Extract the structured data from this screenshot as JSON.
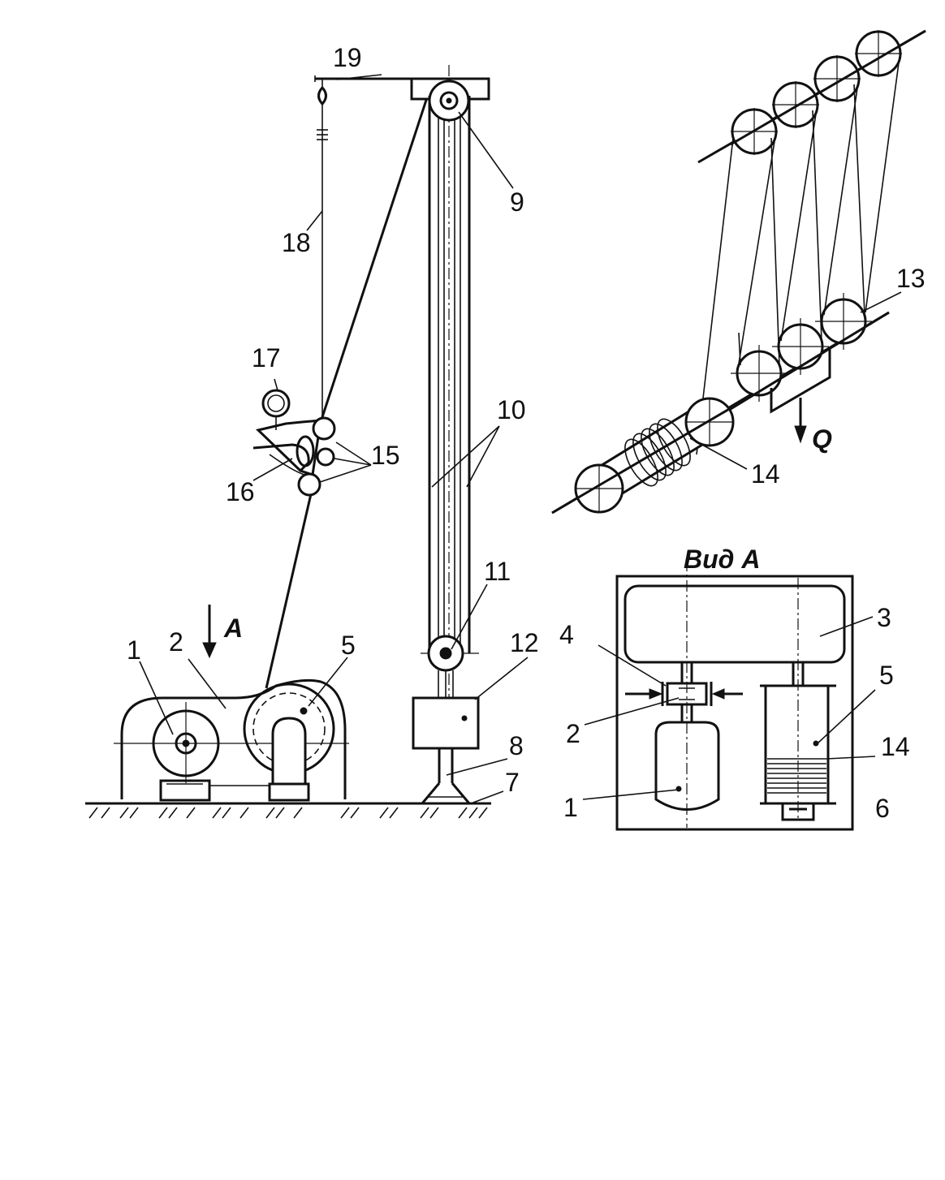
{
  "labels": {
    "n1": "1",
    "n2": "2",
    "n5": "5",
    "n7": "7",
    "n8": "8",
    "n9": "9",
    "n10": "10",
    "n11": "11",
    "n12": "12",
    "n13": "13",
    "n14": "14",
    "n15": "15",
    "n16": "16",
    "n17": "17",
    "n18": "18",
    "n19": "19",
    "arrow_a": "A",
    "load_q": "Q"
  },
  "view_a": {
    "title": "Вид А",
    "n1": "1",
    "n2": "2",
    "n3": "3",
    "n4": "4",
    "n5": "5",
    "n6": "6",
    "n14": "14"
  }
}
